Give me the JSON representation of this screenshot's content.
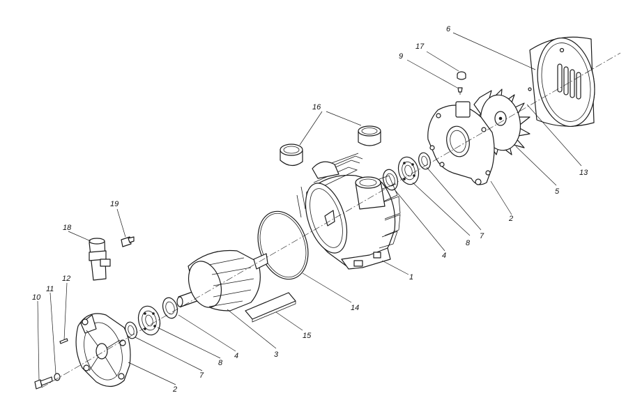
{
  "labels": {
    "l1": "1",
    "l2a": "2",
    "l2b": "2",
    "l3": "3",
    "l4a": "4",
    "l4b": "4",
    "l5": "5",
    "l6": "6",
    "l7a": "7",
    "l7b": "7",
    "l8a": "8",
    "l8b": "8",
    "l9": "9",
    "l10": "10",
    "l11": "11",
    "l12": "12",
    "l13": "13",
    "l14": "14",
    "l15": "15",
    "l16": "16",
    "l17": "17",
    "l18": "18",
    "l19": "19"
  },
  "colors": {
    "ink": "#1a1a1a",
    "paper": "#ffffff"
  }
}
